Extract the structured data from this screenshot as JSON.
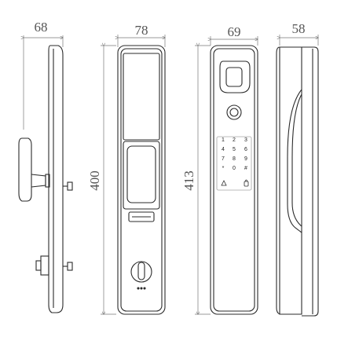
{
  "dimensions": {
    "side_depth": "68",
    "front_width": "78",
    "front_height": "400",
    "back_width": "69",
    "back_height": "413",
    "profile_depth": "58"
  },
  "keypad": {
    "keys": [
      "1",
      "2",
      "3",
      "4",
      "5",
      "6",
      "7",
      "8",
      "9",
      "*",
      "0",
      "#"
    ]
  },
  "colors": {
    "line": "#2b2b2b",
    "dimension": "#777777"
  }
}
